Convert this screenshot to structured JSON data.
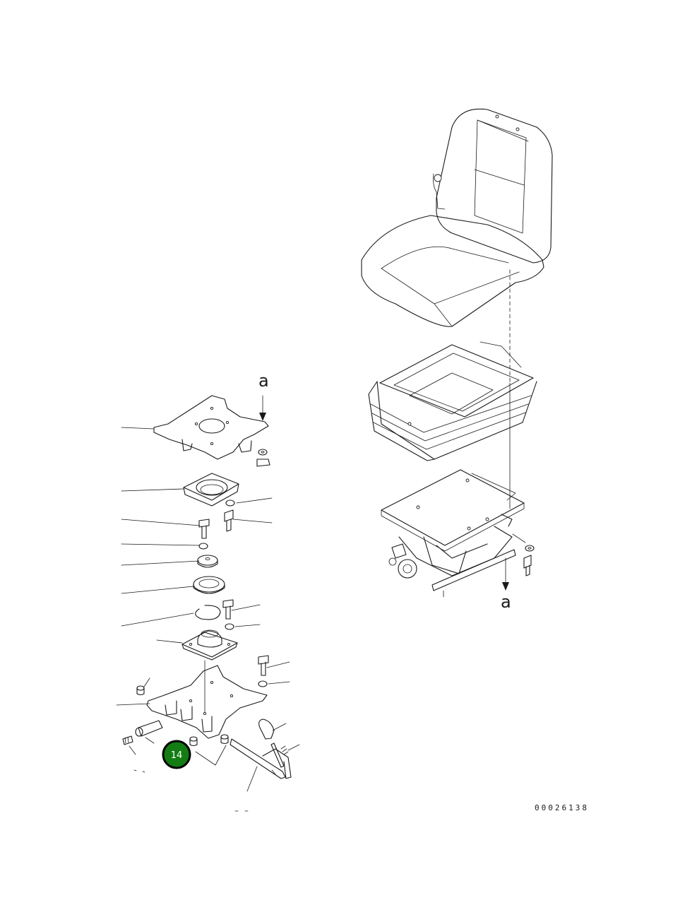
{
  "view_labels": {
    "upper": "a",
    "lower": "a"
  },
  "callout": {
    "number": "14",
    "color": "#137d13",
    "ring_color": "#000000"
  },
  "figure_number": "00026138"
}
